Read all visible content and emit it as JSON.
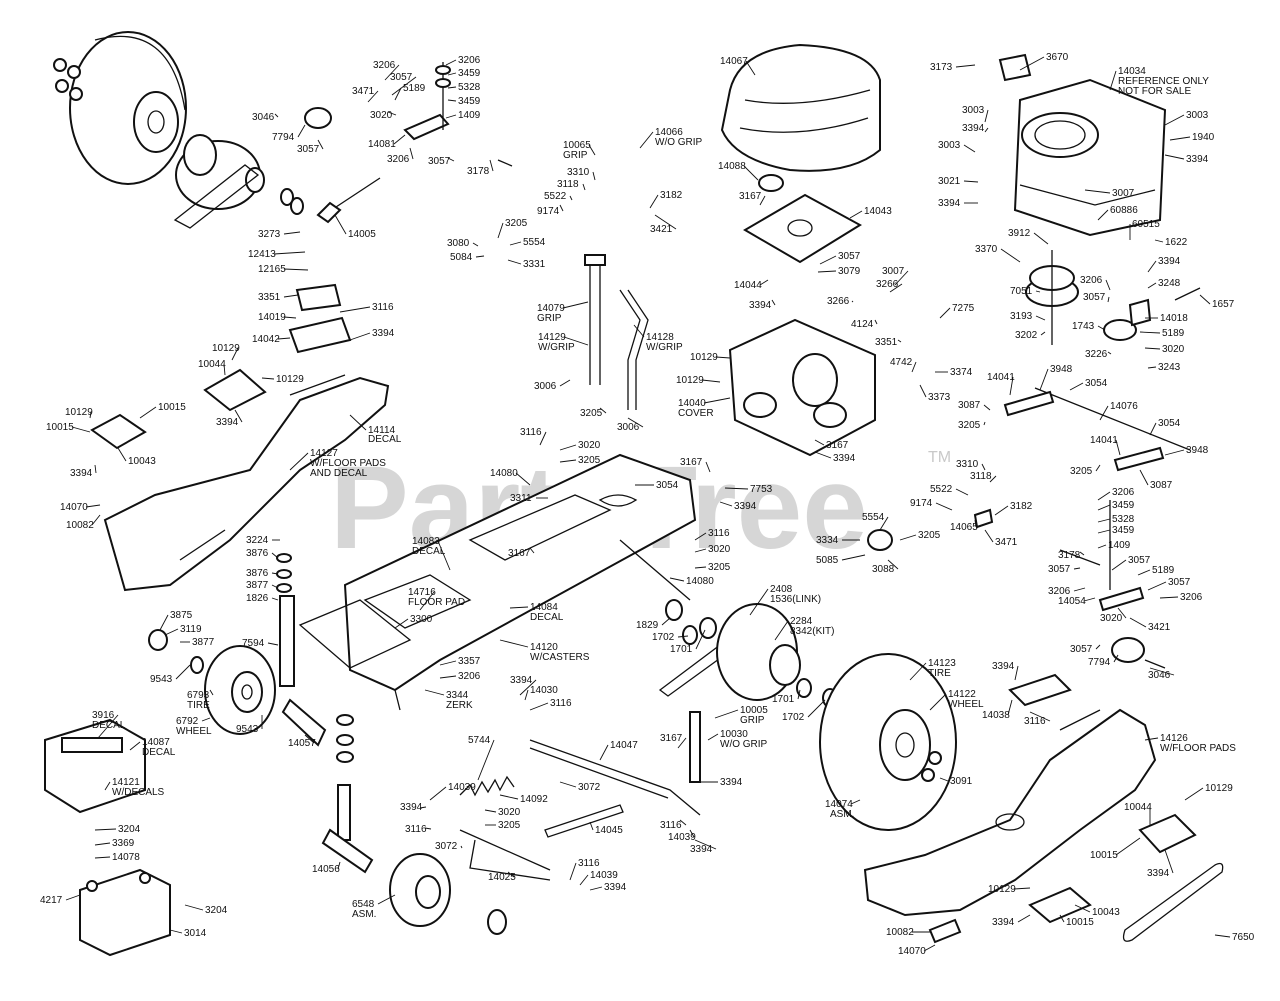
{
  "watermark": {
    "text": "PartsTree",
    "tm": "TM"
  },
  "callouts": [
    {
      "id": "14067",
      "t": "14067"
    },
    {
      "id": "3670",
      "t": "3670"
    },
    {
      "id": "3173",
      "t": "3173"
    },
    {
      "id": "14034",
      "t": "14034"
    },
    {
      "id": "14034n1",
      "t": "REFERENCE ONLY"
    },
    {
      "id": "14034n2",
      "t": "NOT FOR SALE"
    },
    {
      "id": "3003a",
      "t": "3003"
    },
    {
      "id": "3003b",
      "t": "3003"
    },
    {
      "id": "3003c",
      "t": "3003"
    },
    {
      "id": "3394a",
      "t": "3394"
    },
    {
      "id": "1940",
      "t": "1940"
    },
    {
      "id": "3394b",
      "t": "3394"
    },
    {
      "id": "3021",
      "t": "3021"
    },
    {
      "id": "3394c",
      "t": "3394"
    },
    {
      "id": "3007a",
      "t": "3007"
    },
    {
      "id": "60886",
      "t": "60886"
    },
    {
      "id": "60515",
      "t": "60515"
    },
    {
      "id": "1622",
      "t": "1622"
    },
    {
      "id": "3912",
      "t": "3912"
    },
    {
      "id": "3370",
      "t": "3370"
    },
    {
      "id": "3394d",
      "t": "3394"
    },
    {
      "id": "3248",
      "t": "3248"
    },
    {
      "id": "7051",
      "t": "7051"
    },
    {
      "id": "3206a",
      "t": "3206"
    },
    {
      "id": "3057a",
      "t": "3057"
    },
    {
      "id": "14018",
      "t": "14018"
    },
    {
      "id": "1657",
      "t": "1657"
    },
    {
      "id": "3193",
      "t": "3193"
    },
    {
      "id": "1743",
      "t": "1743"
    },
    {
      "id": "5189a",
      "t": "5189"
    },
    {
      "id": "3202",
      "t": "3202"
    },
    {
      "id": "3020a",
      "t": "3020"
    },
    {
      "id": "3226",
      "t": "3226"
    },
    {
      "id": "3243",
      "t": "3243"
    },
    {
      "id": "3206b",
      "t": "3206"
    },
    {
      "id": "3206c",
      "t": "3206"
    },
    {
      "id": "3459a",
      "t": "3459"
    },
    {
      "id": "5328a",
      "t": "5328"
    },
    {
      "id": "3459b",
      "t": "3459"
    },
    {
      "id": "3057b",
      "t": "3057"
    },
    {
      "id": "3471a",
      "t": "3471"
    },
    {
      "id": "5189b",
      "t": "5189"
    },
    {
      "id": "3020b",
      "t": "3020"
    },
    {
      "id": "1409a",
      "t": "1409"
    },
    {
      "id": "3046a",
      "t": "3046"
    },
    {
      "id": "7794a",
      "t": "7794"
    },
    {
      "id": "14081",
      "t": "14081"
    },
    {
      "id": "3057c",
      "t": "3057"
    },
    {
      "id": "3206d",
      "t": "3206"
    },
    {
      "id": "3057d",
      "t": "3057"
    },
    {
      "id": "3178a",
      "t": "3178"
    },
    {
      "id": "3273",
      "t": "3273"
    },
    {
      "id": "14005",
      "t": "14005"
    },
    {
      "id": "12413",
      "t": "12413"
    },
    {
      "id": "12165",
      "t": "12165"
    },
    {
      "id": "3351a",
      "t": "3351"
    },
    {
      "id": "3116a",
      "t": "3116"
    },
    {
      "id": "14019",
      "t": "14019"
    },
    {
      "id": "14042",
      "t": "14042"
    },
    {
      "id": "3394e",
      "t": "3394"
    },
    {
      "id": "10065",
      "t": "10065"
    },
    {
      "id": "10065g",
      "t": "GRIP"
    },
    {
      "id": "14066",
      "t": "14066"
    },
    {
      "id": "14066w",
      "t": "W/O GRIP"
    },
    {
      "id": "3310a",
      "t": "3310"
    },
    {
      "id": "3118a",
      "t": "3118"
    },
    {
      "id": "5522a",
      "t": "5522"
    },
    {
      "id": "9174a",
      "t": "9174"
    },
    {
      "id": "3182a",
      "t": "3182"
    },
    {
      "id": "3205a",
      "t": "3205"
    },
    {
      "id": "3080",
      "t": "3080"
    },
    {
      "id": "5554a",
      "t": "5554"
    },
    {
      "id": "5084",
      "t": "5084"
    },
    {
      "id": "3331",
      "t": "3331"
    },
    {
      "id": "3421a",
      "t": "3421"
    },
    {
      "id": "14088",
      "t": "14088"
    },
    {
      "id": "3167a",
      "t": "3167"
    },
    {
      "id": "14043",
      "t": "14043"
    },
    {
      "id": "3057e",
      "t": "3057"
    },
    {
      "id": "3079",
      "t": "3079"
    },
    {
      "id": "14044",
      "t": "14044"
    },
    {
      "id": "3394f",
      "t": "3394"
    },
    {
      "id": "3007b",
      "t": "3007"
    },
    {
      "id": "3266a",
      "t": "3266"
    },
    {
      "id": "3266b",
      "t": "3266"
    },
    {
      "id": "4124",
      "t": "4124"
    },
    {
      "id": "3351b",
      "t": "3351"
    },
    {
      "id": "7275",
      "t": "7275"
    },
    {
      "id": "10129a",
      "t": "10129"
    },
    {
      "id": "10044a",
      "t": "10044"
    },
    {
      "id": "10129b",
      "t": "10129"
    },
    {
      "id": "10015a",
      "t": "10015"
    },
    {
      "id": "10129c",
      "t": "10129"
    },
    {
      "id": "10015b",
      "t": "10015"
    },
    {
      "id": "3394g",
      "t": "3394"
    },
    {
      "id": "10043a",
      "t": "10043"
    },
    {
      "id": "3394h",
      "t": "3394"
    },
    {
      "id": "14114",
      "t": "14114"
    },
    {
      "id": "14114d",
      "t": "DECAL"
    },
    {
      "id": "14127",
      "t": "14127"
    },
    {
      "id": "14127a",
      "t": "W/FLOOR PADS"
    },
    {
      "id": "14127b",
      "t": "AND DECAL"
    },
    {
      "id": "14070a",
      "t": "14070"
    },
    {
      "id": "10082a",
      "t": "10082"
    },
    {
      "id": "14079",
      "t": "14079"
    },
    {
      "id": "14079g",
      "t": "GRIP"
    },
    {
      "id": "14129",
      "t": "14129"
    },
    {
      "id": "14129g",
      "t": "W/GRIP"
    },
    {
      "id": "14128",
      "t": "14128"
    },
    {
      "id": "14128g",
      "t": "W/GRIP"
    },
    {
      "id": "3006a",
      "t": "3006"
    },
    {
      "id": "3205b",
      "t": "3205"
    },
    {
      "id": "3006b",
      "t": "3006"
    },
    {
      "id": "10129d",
      "t": "10129"
    },
    {
      "id": "10129e",
      "t": "10129"
    },
    {
      "id": "14040",
      "t": "14040"
    },
    {
      "id": "14040c",
      "t": "COVER"
    },
    {
      "id": "3167b",
      "t": "3167"
    },
    {
      "id": "3394i",
      "t": "3394"
    },
    {
      "id": "4742",
      "t": "4742"
    },
    {
      "id": "3374",
      "t": "3374"
    },
    {
      "id": "3373",
      "t": "3373"
    },
    {
      "id": "14041a",
      "t": "14041"
    },
    {
      "id": "3948a",
      "t": "3948"
    },
    {
      "id": "3054a",
      "t": "3054"
    },
    {
      "id": "3087a",
      "t": "3087"
    },
    {
      "id": "3205c",
      "t": "3205"
    },
    {
      "id": "14076",
      "t": "14076"
    },
    {
      "id": "3054b",
      "t": "3054"
    },
    {
      "id": "14041b",
      "t": "14041"
    },
    {
      "id": "3948b",
      "t": "3948"
    },
    {
      "id": "3205d",
      "t": "3205"
    },
    {
      "id": "3087b",
      "t": "3087"
    },
    {
      "id": "3116b",
      "t": "3116"
    },
    {
      "id": "3020c",
      "t": "3020"
    },
    {
      "id": "3205e",
      "t": "3205"
    },
    {
      "id": "14080a",
      "t": "14080"
    },
    {
      "id": "3167c",
      "t": "3167"
    },
    {
      "id": "7753",
      "t": "7753"
    },
    {
      "id": "3311",
      "t": "3311"
    },
    {
      "id": "3054c",
      "t": "3054"
    },
    {
      "id": "3394j",
      "t": "3394"
    },
    {
      "id": "3310b",
      "t": "3310"
    },
    {
      "id": "3118b",
      "t": "3118"
    },
    {
      "id": "5522b",
      "t": "5522"
    },
    {
      "id": "9174b",
      "t": "9174"
    },
    {
      "id": "3182b",
      "t": "3182"
    },
    {
      "id": "5554b",
      "t": "5554"
    },
    {
      "id": "14065",
      "t": "14065"
    },
    {
      "id": "3471b",
      "t": "3471"
    },
    {
      "id": "3334",
      "t": "3334"
    },
    {
      "id": "3205f",
      "t": "3205"
    },
    {
      "id": "5085",
      "t": "5085"
    },
    {
      "id": "3088",
      "t": "3088"
    },
    {
      "id": "3206e",
      "t": "3206"
    },
    {
      "id": "3459c",
      "t": "3459"
    },
    {
      "id": "5328b",
      "t": "5328"
    },
    {
      "id": "3459d",
      "t": "3459"
    },
    {
      "id": "3178b",
      "t": "3178"
    },
    {
      "id": "1409b",
      "t": "1409"
    },
    {
      "id": "3057f",
      "t": "3057"
    },
    {
      "id": "3057g",
      "t": "3057"
    },
    {
      "id": "5189c",
      "t": "5189"
    },
    {
      "id": "3206f",
      "t": "3206"
    },
    {
      "id": "3057h",
      "t": "3057"
    },
    {
      "id": "14054",
      "t": "14054"
    },
    {
      "id": "3206g",
      "t": "3206"
    },
    {
      "id": "3020d",
      "t": "3020"
    },
    {
      "id": "3421b",
      "t": "3421"
    },
    {
      "id": "3057i",
      "t": "3057"
    },
    {
      "id": "7794b",
      "t": "7794"
    },
    {
      "id": "3046b",
      "t": "3046"
    },
    {
      "id": "3224",
      "t": "3224"
    },
    {
      "id": "3876a",
      "t": "3876"
    },
    {
      "id": "3876b",
      "t": "3876"
    },
    {
      "id": "3877a",
      "t": "3877"
    },
    {
      "id": "1826",
      "t": "1826"
    },
    {
      "id": "14083",
      "t": "14083"
    },
    {
      "id": "14083d",
      "t": "DECAL"
    },
    {
      "id": "3167d",
      "t": "3167"
    },
    {
      "id": "3116c",
      "t": "3116"
    },
    {
      "id": "3020e",
      "t": "3020"
    },
    {
      "id": "3205g",
      "t": "3205"
    },
    {
      "id": "14080b",
      "t": "14080"
    },
    {
      "id": "14716",
      "t": "14716"
    },
    {
      "id": "14716f",
      "t": "FLOOR PAD"
    },
    {
      "id": "3300",
      "t": "3300"
    },
    {
      "id": "14084",
      "t": "14084"
    },
    {
      "id": "14084d",
      "t": "DECAL"
    },
    {
      "id": "14120",
      "t": "14120"
    },
    {
      "id": "14120c",
      "t": "W/CASTERS"
    },
    {
      "id": "3357",
      "t": "3357"
    },
    {
      "id": "3206h",
      "t": "3206"
    },
    {
      "id": "3344",
      "t": "3344"
    },
    {
      "id": "3344z",
      "t": "ZERK"
    },
    {
      "id": "3875",
      "t": "3875"
    },
    {
      "id": "3119",
      "t": "3119"
    },
    {
      "id": "3877b",
      "t": "3877"
    },
    {
      "id": "7594",
      "t": "7594"
    },
    {
      "id": "9543a",
      "t": "9543"
    },
    {
      "id": "6793",
      "t": "6793"
    },
    {
      "id": "6793t",
      "t": "TIRE"
    },
    {
      "id": "6792",
      "t": "6792"
    },
    {
      "id": "6792w",
      "t": "WHEEL"
    },
    {
      "id": "9543b",
      "t": "9543"
    },
    {
      "id": "14057",
      "t": "14057"
    },
    {
      "id": "3916",
      "t": "3916"
    },
    {
      "id": "3916d",
      "t": "DECAL"
    },
    {
      "id": "14087",
      "t": "14087"
    },
    {
      "id": "14087d",
      "t": "DECAL"
    },
    {
      "id": "14121",
      "t": "14121"
    },
    {
      "id": "14121d",
      "t": "W/DECALS"
    },
    {
      "id": "3204a",
      "t": "3204"
    },
    {
      "id": "3369",
      "t": "3369"
    },
    {
      "id": "14078",
      "t": "14078"
    },
    {
      "id": "4217",
      "t": "4217"
    },
    {
      "id": "3204b",
      "t": "3204"
    },
    {
      "id": "3014",
      "t": "3014"
    },
    {
      "id": "2408",
      "t": "2408"
    },
    {
      "id": "2408l",
      "t": "1536(LINK)"
    },
    {
      "id": "2284",
      "t": "2284"
    },
    {
      "id": "2284k",
      "t": "8342(KIT)"
    },
    {
      "id": "1829",
      "t": "1829"
    },
    {
      "id": "1702a",
      "t": "1702"
    },
    {
      "id": "1701a",
      "t": "1701"
    },
    {
      "id": "1701b",
      "t": "1701"
    },
    {
      "id": "1702b",
      "t": "1702"
    },
    {
      "id": "14123",
      "t": "14123"
    },
    {
      "id": "14123t",
      "t": "TIRE"
    },
    {
      "id": "14122",
      "t": "14122"
    },
    {
      "id": "14122w",
      "t": "WHEEL"
    },
    {
      "id": "3091",
      "t": "3091"
    },
    {
      "id": "14074",
      "t": "14074"
    },
    {
      "id": "14074a",
      "t": "ASM."
    },
    {
      "id": "3394k",
      "t": "3394"
    },
    {
      "id": "14038",
      "t": "14038"
    },
    {
      "id": "3116d",
      "t": "3116"
    },
    {
      "id": "14126",
      "t": "14126"
    },
    {
      "id": "14126f",
      "t": "W/FLOOR PADS"
    },
    {
      "id": "10129f",
      "t": "10129"
    },
    {
      "id": "10044b",
      "t": "10044"
    },
    {
      "id": "10015c",
      "t": "10015"
    },
    {
      "id": "3394l",
      "t": "3394"
    },
    {
      "id": "10129g",
      "t": "10129"
    },
    {
      "id": "10043b",
      "t": "10043"
    },
    {
      "id": "3394m",
      "t": "3394"
    },
    {
      "id": "10015d",
      "t": "10015"
    },
    {
      "id": "10082b",
      "t": "10082"
    },
    {
      "id": "14070b",
      "t": "14070"
    },
    {
      "id": "7650",
      "t": "7650"
    },
    {
      "id": "3394n",
      "t": "3394"
    },
    {
      "id": "14030",
      "t": "14030"
    },
    {
      "id": "3116e",
      "t": "3116"
    },
    {
      "id": "14047",
      "t": "14047"
    },
    {
      "id": "3167e",
      "t": "3167"
    },
    {
      "id": "10005",
      "t": "10005"
    },
    {
      "id": "10005g",
      "t": "GRIP"
    },
    {
      "id": "10030",
      "t": "10030"
    },
    {
      "id": "10030w",
      "t": "W/O GRIP"
    },
    {
      "id": "5744",
      "t": "5744"
    },
    {
      "id": "3072a",
      "t": "3072"
    },
    {
      "id": "3394o",
      "t": "3394"
    },
    {
      "id": "3394p",
      "t": "3394"
    },
    {
      "id": "14039a",
      "t": "14039"
    },
    {
      "id": "14092",
      "t": "14092"
    },
    {
      "id": "3020f",
      "t": "3020"
    },
    {
      "id": "3205h",
      "t": "3205"
    },
    {
      "id": "3116f",
      "t": "3116"
    },
    {
      "id": "14045",
      "t": "14045"
    },
    {
      "id": "3116g",
      "t": "3116"
    },
    {
      "id": "14039b",
      "t": "14039"
    },
    {
      "id": "3394q",
      "t": "3394"
    },
    {
      "id": "14056",
      "t": "14056"
    },
    {
      "id": "3072b",
      "t": "3072"
    },
    {
      "id": "14025",
      "t": "14025"
    },
    {
      "id": "3116h",
      "t": "3116"
    },
    {
      "id": "14039c",
      "t": "14039"
    },
    {
      "id": "3394r",
      "t": "3394"
    },
    {
      "id": "6548",
      "t": "6548"
    },
    {
      "id": "6548a",
      "t": "ASM."
    }
  ]
}
